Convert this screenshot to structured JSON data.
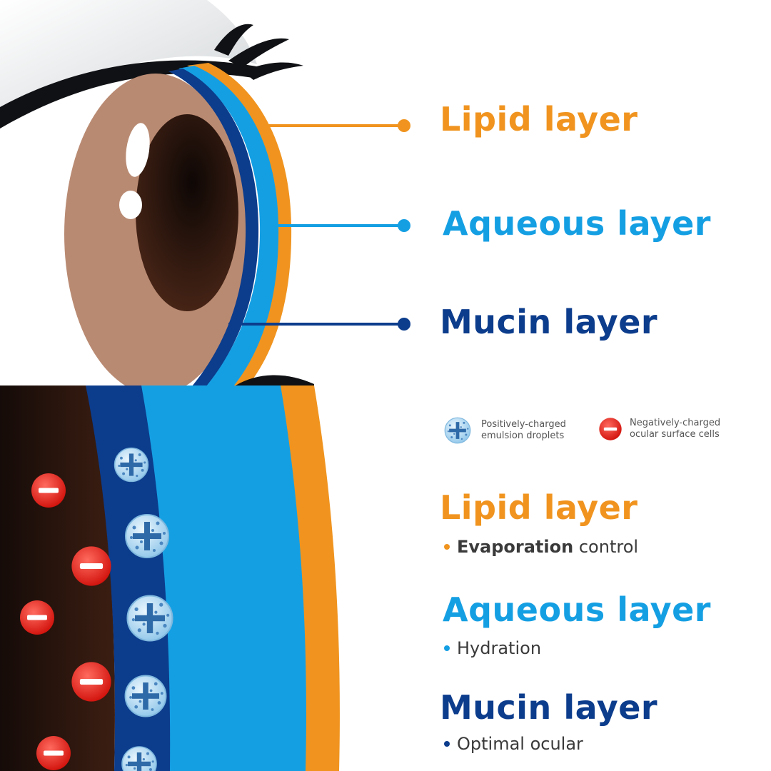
{
  "top": {
    "labels": {
      "lipid": "Lipid layer",
      "aqueous": "Aqueous layer",
      "mucin": "Mucin layer"
    }
  },
  "bottom": {
    "legend": {
      "positive_line1": "Positively-charged",
      "positive_line2": "emulsion droplets",
      "negative_line1": "Negatively-charged",
      "negative_line2": "ocular surface cells"
    },
    "lipid": {
      "title": "Lipid layer",
      "bullet_bold": "Evaporation",
      "bullet_rest": " control"
    },
    "aqueous": {
      "title": "Aqueous layer",
      "bullet": "Hydration"
    },
    "mucin": {
      "title": "Mucin layer",
      "bullet": "Optimal ocular"
    }
  },
  "colors": {
    "lipid": "#f0941f",
    "aqueous": "#159fe3",
    "mucin": "#0c3c8c",
    "iris": "#b98a72",
    "pupil": "#2a140c",
    "negative_cell": "#e8241c"
  },
  "icons": [
    "plus-droplet-icon",
    "minus-cell-icon"
  ]
}
